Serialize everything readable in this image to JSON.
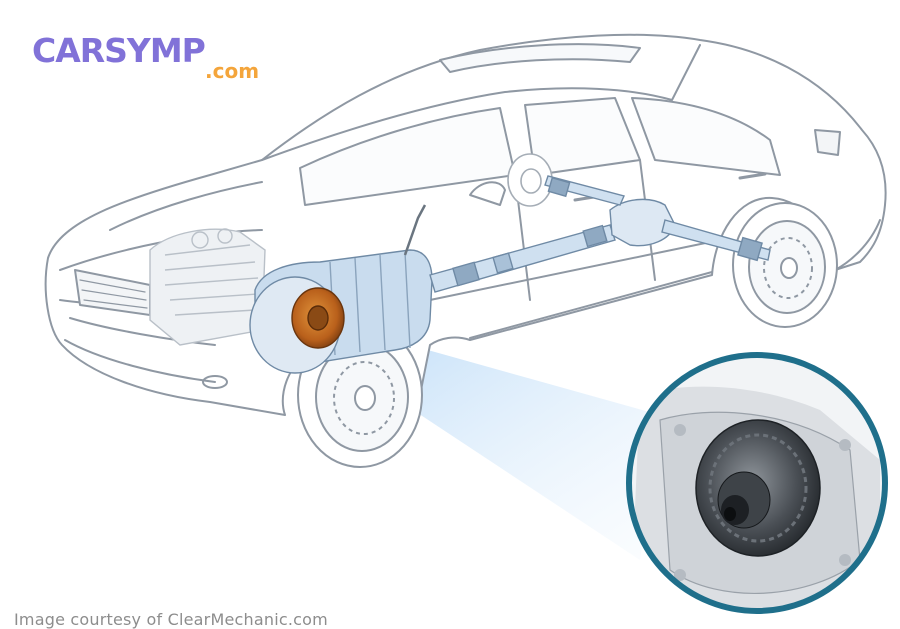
{
  "logo": {
    "name": "CARSYMP",
    "suffix": ".com"
  },
  "caption": "Image courtesy of ClearMechanic.com",
  "colors": {
    "logo_purple": "#8172d8",
    "logo_orange": "#f4a53b",
    "highlight_orange": "#c56a1c",
    "callout_ring": "#1f6f8b",
    "beam_blue": "#9fc9f0",
    "line_gray": "#9aa3ad",
    "drivetrain_blue": "#bcd4ea"
  }
}
